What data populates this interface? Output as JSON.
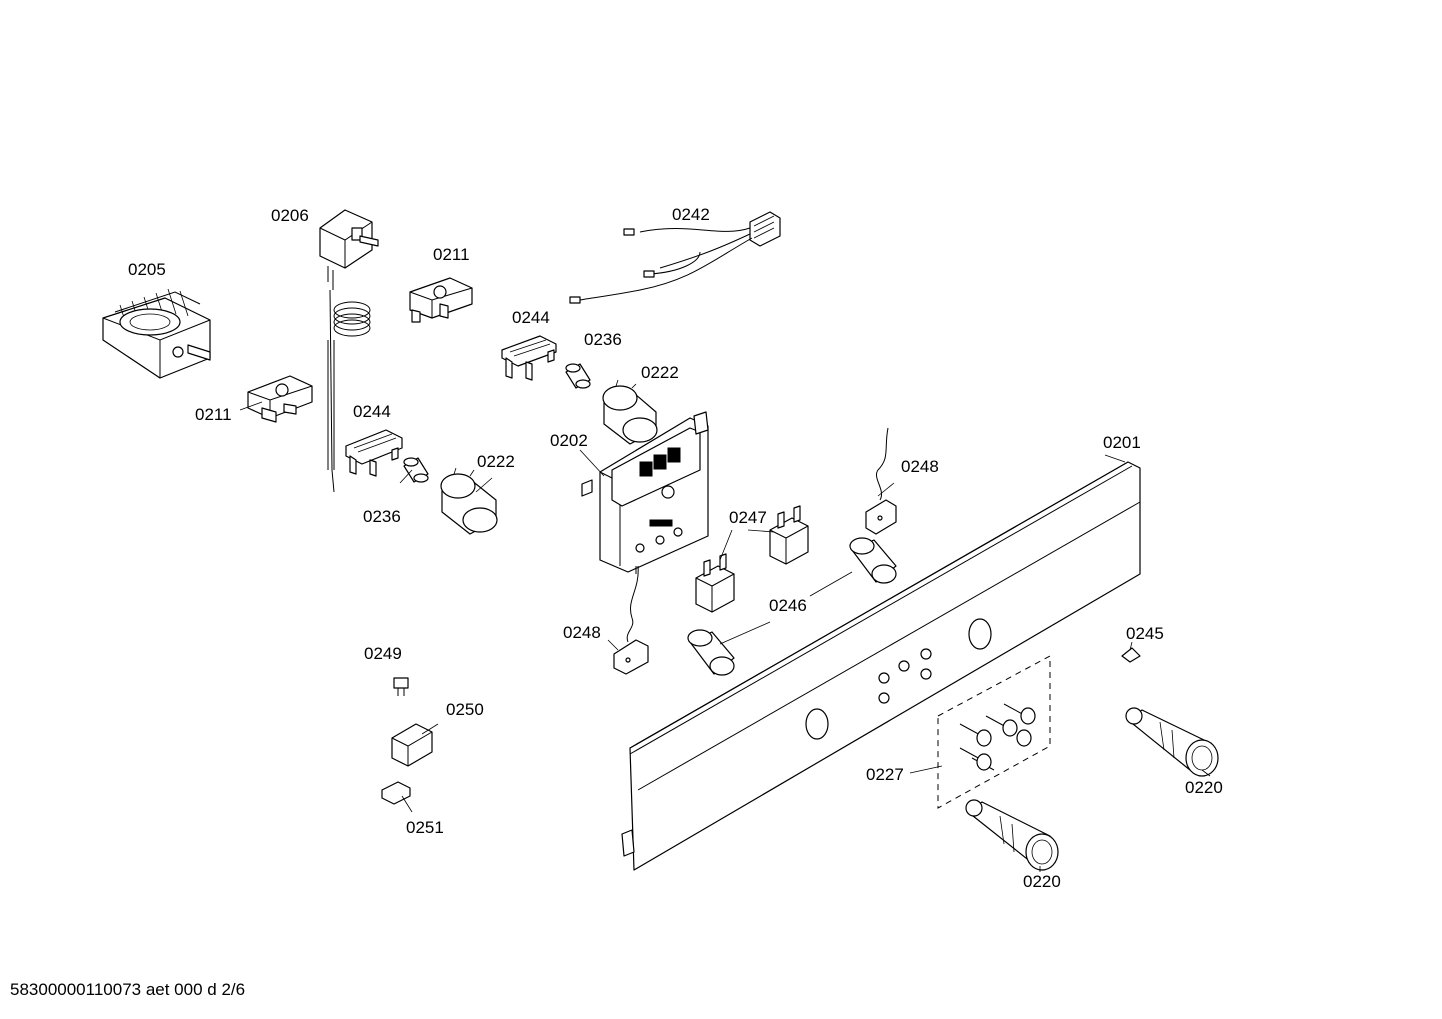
{
  "labels": {
    "l0205": "0205",
    "l0206": "0206",
    "l0211a": "0211",
    "l0211b": "0211",
    "l0242": "0242",
    "l0244a": "0244",
    "l0244b": "0244",
    "l0236a": "0236",
    "l0236b": "0236",
    "l0222a": "0222",
    "l0222b": "0222",
    "l0202": "0202",
    "l0201": "0201",
    "l0248a": "0248",
    "l0248b": "0248",
    "l0247": "0247",
    "l0246": "0246",
    "l0245": "0245",
    "l0249": "0249",
    "l0250": "0250",
    "l0251": "0251",
    "l0227": "0227",
    "l0220a": "0220",
    "l0220b": "0220"
  },
  "footer": "58300000110073 aet 000 d 2/6"
}
